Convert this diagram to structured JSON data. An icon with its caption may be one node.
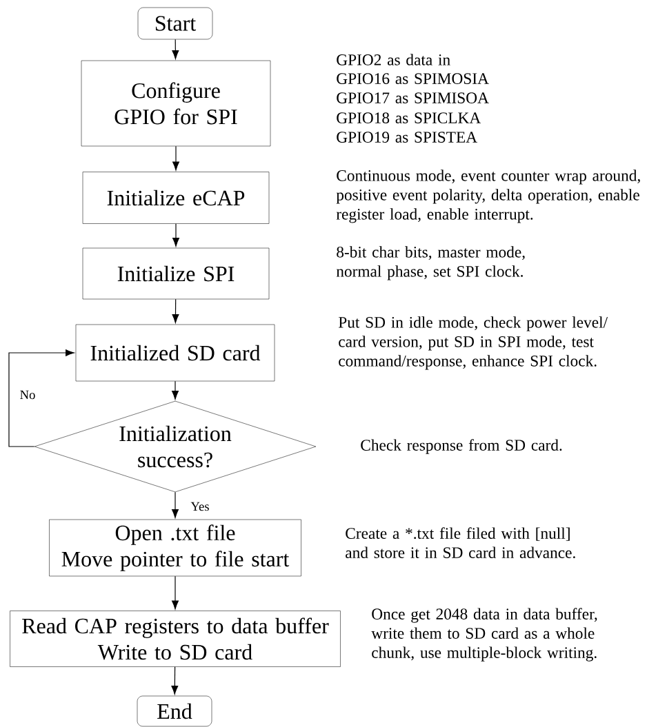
{
  "diagram": {
    "nodes": [
      {
        "text": [
          "Start"
        ]
      },
      {
        "text": [
          "Configure GPIO for SPI"
        ]
      },
      {
        "text": [
          "Initialize eCAP"
        ]
      },
      {
        "text": [
          "Initialize SPI"
        ]
      },
      {
        "text": [
          "Initialized SD card"
        ]
      },
      {
        "text": [
          "Initialization success?"
        ]
      },
      {
        "text": [
          "Open .txt file",
          "Move pointer to file start"
        ]
      },
      {
        "text": [
          "Read CAP registers to data buffer",
          "Write to SD card"
        ]
      },
      {
        "text": [
          "End"
        ]
      }
    ],
    "edges": [
      {
        "from": 0,
        "to": 1,
        "arrow": "to"
      },
      {
        "from": 1,
        "to": 2,
        "arrow": "to"
      },
      {
        "from": 2,
        "to": 3,
        "arrow": "to"
      },
      {
        "from": 3,
        "to": 4,
        "arrow": "to"
      },
      {
        "from": 4,
        "to": 5,
        "arrow": "to"
      },
      {
        "from": 5,
        "to": 6,
        "label": "Yes",
        "arrow": "to"
      },
      {
        "from": 6,
        "to": 7,
        "arrow": "to"
      },
      {
        "from": 7,
        "to": 8,
        "arrow": "to"
      },
      {
        "from": 5,
        "to": 4,
        "label": "No",
        "arrow": "to"
      }
    ],
    "labels": [
      "GPIO2 as data in",
      "GPIO16 as SPIMOSIA",
      "GPIO17 as SPIMISOA",
      "GPIO18 as SPICLKA",
      "GPIO19 as SPISTEA",
      "Continuous mode, event counter wrap around, positive event polarity, delta operation, enable register load, enable interrupt.",
      "8-bit char bits, master mode, normal phase, set SPI clock.",
      "Put SD in idle mode, check power level/ card version, put SD in SPI mode, test command/response, enhance SPI clock.",
      "Check response from SD card.",
      "Create a *.txt file filed with [null] and store it in SD card in advance.",
      "Once get 2048 data in data buffer, write them to SD card as a whole chunk, use multiple-block writing."
    ]
  }
}
